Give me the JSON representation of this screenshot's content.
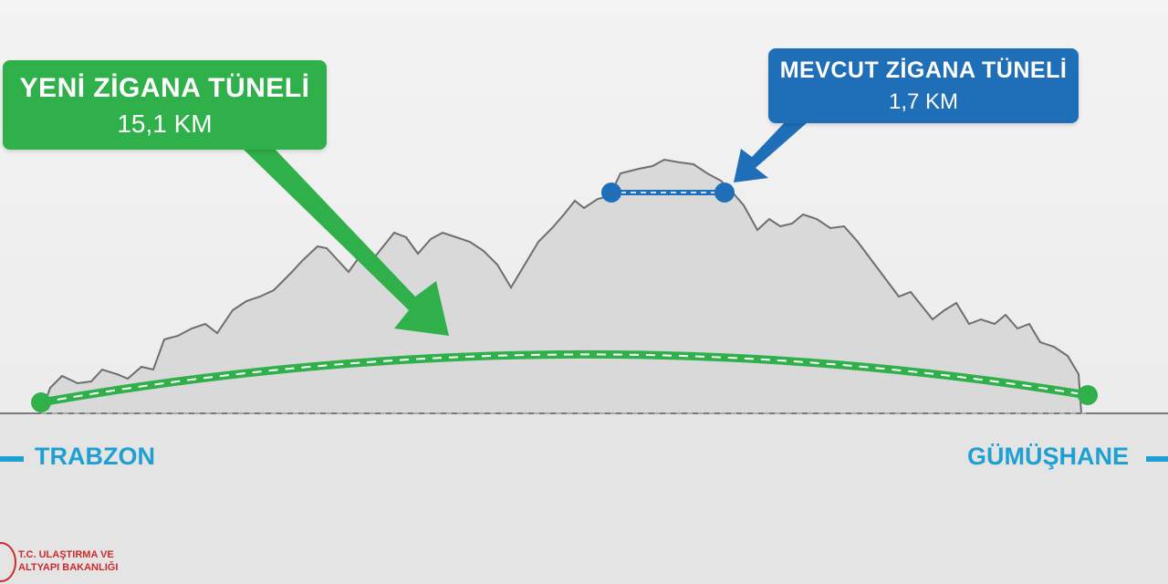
{
  "callouts": {
    "new_tunnel": {
      "title": "YENİ ZİGANA TÜNELİ",
      "length": "15,1 KM",
      "color": "#2fb04a"
    },
    "existing_tunnel": {
      "title": "MEVCUT ZİGANA TÜNELİ",
      "length": "1,7 KM",
      "color": "#1f6fb8"
    }
  },
  "endpoints": {
    "start": "TRABZON",
    "end": "GÜMÜŞHANE",
    "color": "#1fa0d2"
  },
  "logo": {
    "line1": "T.C. ULAŞTIRMA VE",
    "line2": "ALTYAPI BAKANLIĞI",
    "color": "#cc2b2b"
  },
  "colors": {
    "terrain_fill": "#d9d9d9",
    "terrain_stroke": "#6e6e6e",
    "ground": "#cfcfcf"
  }
}
